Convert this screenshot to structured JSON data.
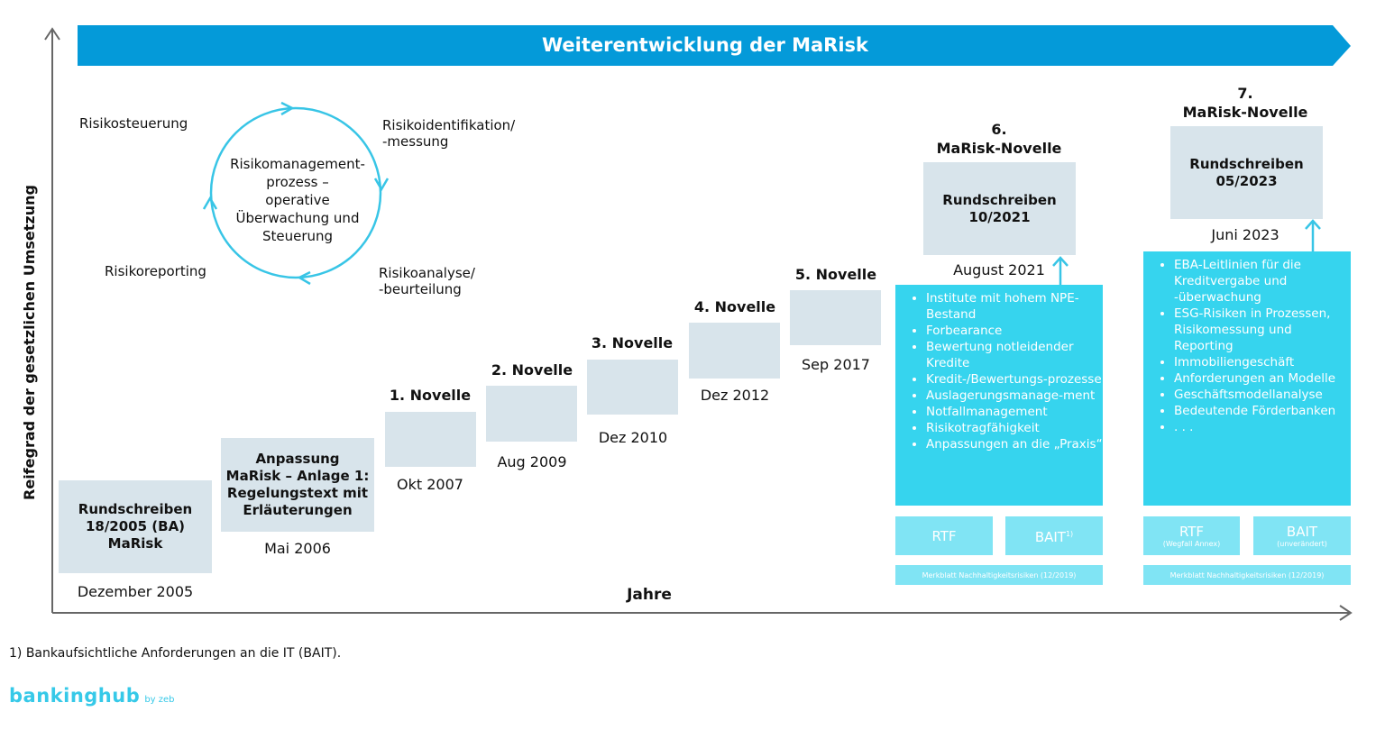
{
  "banner": {
    "title": "Weiterentwicklung der MaRisk"
  },
  "axes": {
    "y_label": "Reifegrad der gesetzlichen Umsetzung",
    "x_label": "Jahre"
  },
  "cycle": {
    "center": "Risikomanagement-\nprozess –\noperative\nÜberwachung und\nSteuerung",
    "steps": [
      "Risikosteuerung",
      "Risikoidentifikation/\n-messung",
      "Risikoanalyse/\n-beurteilung",
      "Risikoreporting"
    ]
  },
  "steps": [
    {
      "box": "Rundschreiben\n18/2005 (BA)\nMaRisk",
      "date": "Dezember 2005"
    },
    {
      "box": "Anpassung\nMaRisk – Anlage 1:\nRegelungstext mit\nErläuterungen",
      "date": "Mai 2006"
    },
    {
      "heading": "1. Novelle",
      "date": "Okt 2007"
    },
    {
      "heading": "2. Novelle",
      "date": "Aug 2009"
    },
    {
      "heading": "3. Novelle",
      "date": "Dez 2010"
    },
    {
      "heading": "4. Novelle",
      "date": "Dez 2012"
    },
    {
      "heading": "5. Novelle",
      "date": "Sep 2017"
    }
  ],
  "novelle6": {
    "heading": "6.\nMaRisk-Novelle",
    "box": "Rundschreiben\n10/2021",
    "date": "August 2021",
    "bullets": [
      "Institute mit hohem NPE-Bestand",
      "Forbearance",
      "Bewertung notleidender Kredite",
      "Kredit-/Bewertungs-prozesse",
      "Auslagerungsmanage-ment",
      "Notfallmanagement",
      "Risikotragfähigkeit",
      "Anpassungen an die „Praxis“"
    ],
    "rtf": "RTF",
    "bait": "BAIT",
    "bait_sup": "1)",
    "strip": "Merkblatt Nachhaltigkeitsrisiken (12/2019)"
  },
  "novelle7": {
    "heading": "7.\nMaRisk-Novelle",
    "box": "Rundschreiben\n05/2023",
    "date": "Juni 2023",
    "bullets": [
      "EBA-Leitlinien für die Kreditvergabe und -überwachung",
      "ESG-Risiken in Prozessen, Risikomessung und Reporting",
      "Immobiliengeschäft",
      "Anforderungen an Modelle",
      "Geschäftsmodellanalyse",
      "Bedeutende Förderbanken",
      ". . ."
    ],
    "rtf": "RTF",
    "rtf_note": "(Wegfall Annex)",
    "bait": "BAIT",
    "bait_note": "(unverändert)",
    "strip": "Merkblatt Nachhaltigkeitsrisiken (12/2019)"
  },
  "footnote": "1) Bankaufsichtliche Anforderungen an die IT (BAIT).",
  "brand": {
    "main": "bankinghub",
    "sub": "by zeb"
  },
  "colors": {
    "banner": "#049ad9",
    "box": "#d8e4eb",
    "cyan": "#36d4ee",
    "light_cyan": "#80e4f4",
    "arrow": "#38c5e6"
  }
}
